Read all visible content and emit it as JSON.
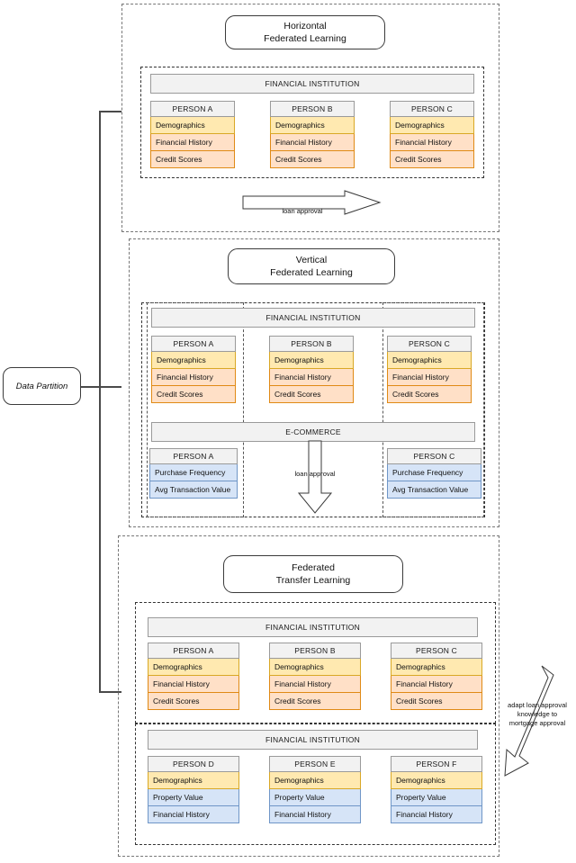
{
  "diagram": {
    "title_note": "Federated learning data partition taxonomy",
    "left_node": {
      "label": "Data Partition"
    },
    "colors": {
      "yellow": "#ffe9b0",
      "peach": "#ffe0c7",
      "blue": "#d6e4f7",
      "header_gray": "#f2f2f2",
      "border_gray": "#9a9a9a"
    }
  },
  "sections": [
    {
      "id": "horizontal",
      "title_line1": "Horizontal",
      "title_line2": "Federated Learning",
      "org_bars": [
        {
          "label": "FINANCIAL INSTITUTION"
        }
      ],
      "persons": [
        {
          "name": "PERSON A",
          "attributes": [
            {
              "label": "Demographics",
              "tone": "yellow"
            },
            {
              "label": "Financial History",
              "tone": "peach"
            },
            {
              "label": "Credit Scores",
              "tone": "peach"
            }
          ]
        },
        {
          "name": "PERSON B",
          "attributes": [
            {
              "label": "Demographics",
              "tone": "yellow"
            },
            {
              "label": "Financial History",
              "tone": "peach"
            },
            {
              "label": "Credit Scores",
              "tone": "peach"
            }
          ]
        },
        {
          "name": "PERSON C",
          "attributes": [
            {
              "label": "Demographics",
              "tone": "yellow"
            },
            {
              "label": "Financial History",
              "tone": "peach"
            },
            {
              "label": "Credit Scores",
              "tone": "peach"
            }
          ]
        }
      ],
      "arrow": {
        "label": "loan approval",
        "direction": "right"
      }
    },
    {
      "id": "vertical",
      "title_line1": "Vertical",
      "title_line2": "Federated Learning",
      "org_bars": [
        {
          "label": "FINANCIAL INSTITUTION"
        },
        {
          "label": "E-COMMERCE"
        }
      ],
      "persons_fi": [
        {
          "name": "PERSON A",
          "attributes": [
            {
              "label": "Demographics",
              "tone": "yellow"
            },
            {
              "label": "Financial History",
              "tone": "peach"
            },
            {
              "label": "Credit Scores",
              "tone": "peach"
            }
          ]
        },
        {
          "name": "PERSON B",
          "attributes": [
            {
              "label": "Demographics",
              "tone": "yellow"
            },
            {
              "label": "Financial History",
              "tone": "peach"
            },
            {
              "label": "Credit Scores",
              "tone": "peach"
            }
          ]
        },
        {
          "name": "PERSON C",
          "attributes": [
            {
              "label": "Demographics",
              "tone": "yellow"
            },
            {
              "label": "Financial History",
              "tone": "peach"
            },
            {
              "label": "Credit Scores",
              "tone": "peach"
            }
          ]
        }
      ],
      "persons_ecom": [
        {
          "name": "PERSON A",
          "attributes": [
            {
              "label": "Purchase Frequency",
              "tone": "blue"
            },
            {
              "label": "Avg Transaction Value",
              "tone": "blue"
            }
          ]
        },
        {
          "name": "PERSON C",
          "attributes": [
            {
              "label": "Purchase Frequency",
              "tone": "blue"
            },
            {
              "label": "Avg Transaction Value",
              "tone": "blue"
            }
          ]
        }
      ],
      "arrow": {
        "label": "loan approval",
        "direction": "down"
      }
    },
    {
      "id": "transfer",
      "title_line1": "Federated",
      "title_line2": "Transfer Learning",
      "org_bars": [
        {
          "label": "FINANCIAL INSTITUTION"
        },
        {
          "label": "FINANCIAL INSTITUTION"
        }
      ],
      "persons_top": [
        {
          "name": "PERSON A",
          "attributes": [
            {
              "label": "Demographics",
              "tone": "yellow"
            },
            {
              "label": "Financial History",
              "tone": "peach"
            },
            {
              "label": "Credit Scores",
              "tone": "peach"
            }
          ]
        },
        {
          "name": "PERSON B",
          "attributes": [
            {
              "label": "Demographics",
              "tone": "yellow"
            },
            {
              "label": "Financial History",
              "tone": "peach"
            },
            {
              "label": "Credit Scores",
              "tone": "peach"
            }
          ]
        },
        {
          "name": "PERSON C",
          "attributes": [
            {
              "label": "Demographics",
              "tone": "yellow"
            },
            {
              "label": "Financial History",
              "tone": "peach"
            },
            {
              "label": "Credit Scores",
              "tone": "peach"
            }
          ]
        }
      ],
      "persons_bottom": [
        {
          "name": "PERSON D",
          "attributes": [
            {
              "label": "Demographics",
              "tone": "yellow"
            },
            {
              "label": "Property Value",
              "tone": "blue"
            },
            {
              "label": "Financial History",
              "tone": "blue"
            }
          ]
        },
        {
          "name": "PERSON E",
          "attributes": [
            {
              "label": "Demographics",
              "tone": "yellow"
            },
            {
              "label": "Property Value",
              "tone": "blue"
            },
            {
              "label": "Financial History",
              "tone": "blue"
            }
          ]
        },
        {
          "name": "PERSON F",
          "attributes": [
            {
              "label": "Demographics",
              "tone": "yellow"
            },
            {
              "label": "Property Value",
              "tone": "blue"
            },
            {
              "label": "Financial History",
              "tone": "blue"
            }
          ]
        }
      ],
      "arrow": {
        "label": "adapt loan approval\nknowledge to\nmortgage approval",
        "direction": "down-left"
      }
    }
  ]
}
